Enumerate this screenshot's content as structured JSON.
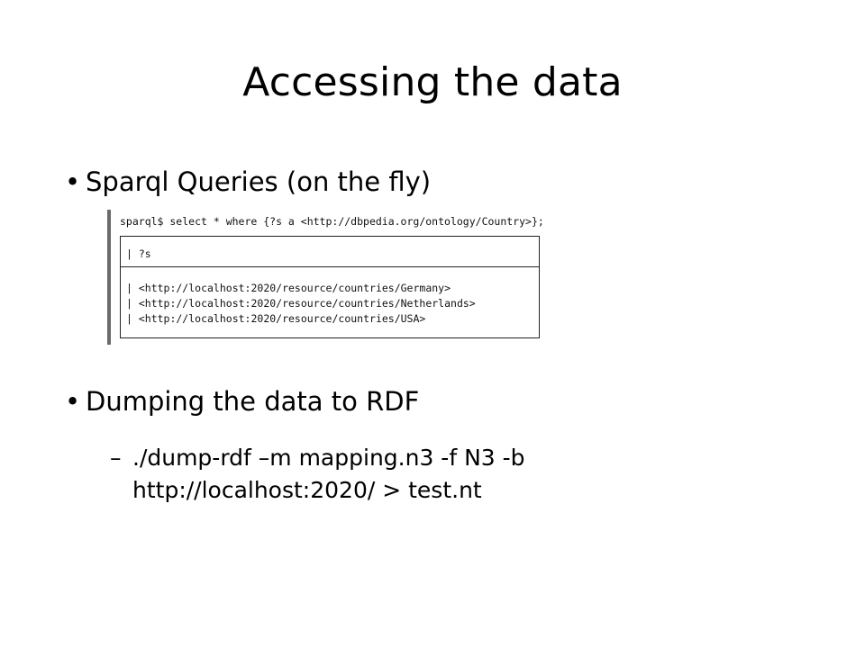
{
  "slide": {
    "title": "Accessing the data",
    "bullets": [
      {
        "marker": "•",
        "text": "Sparql Queries (on the fly)"
      },
      {
        "marker": "•",
        "text": "Dumping the data to RDF"
      }
    ],
    "sub_bullet": {
      "marker": "–",
      "line_1": "./dump-rdf –m mapping.n3  -f N3 -b",
      "line_2": "http://localhost:2020/  > test.nt"
    }
  },
  "terminal": {
    "prompt": "sparql$ select * where {?s a <http://dbpedia.org/ontology/Country>};",
    "column_header": "| ?s",
    "rows": [
      "| <http://localhost:2020/resource/countries/Germany>",
      "| <http://localhost:2020/resource/countries/Netherlands>",
      "| <http://localhost:2020/resource/countries/USA>"
    ]
  }
}
